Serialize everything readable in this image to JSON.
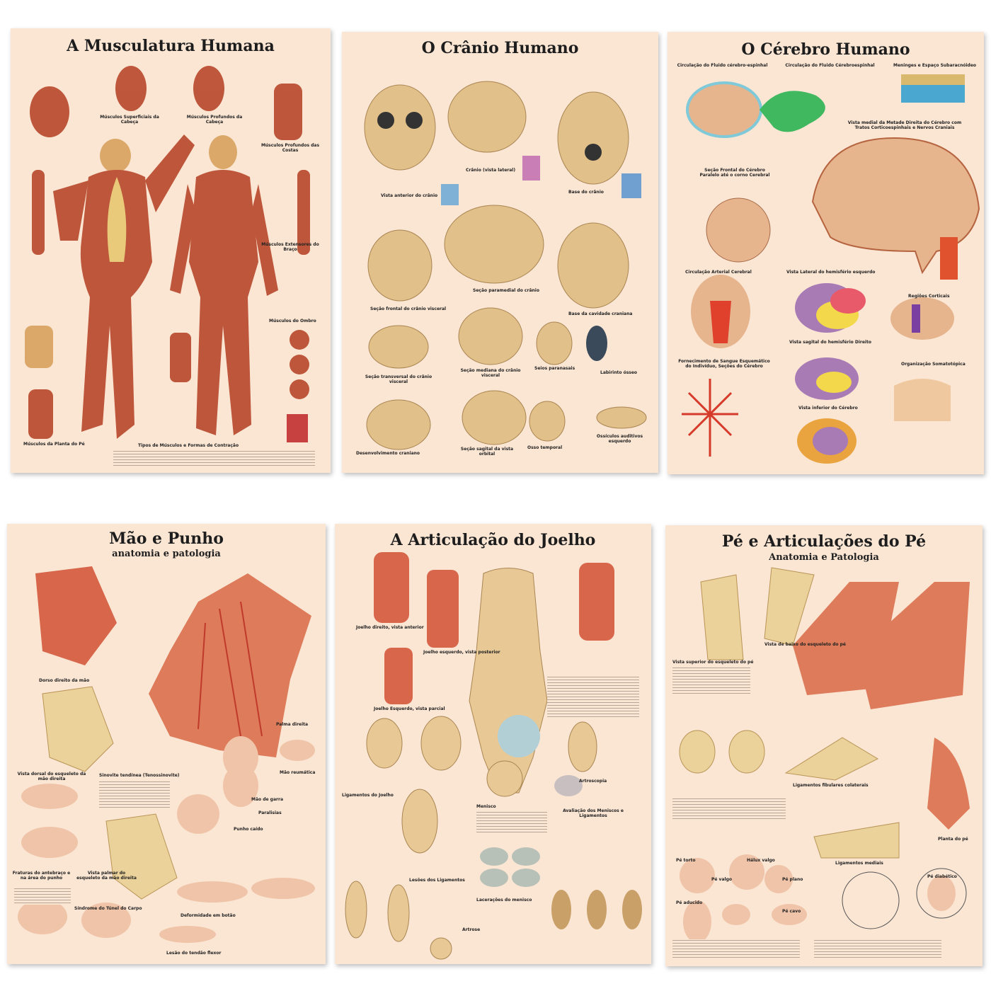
{
  "colors": {
    "poster_bg": "#fbe6d4",
    "muscle": "#b7472a",
    "bone": "#e2c08a",
    "brain": "#e6b58e"
  },
  "posters": [
    {
      "title": "A Musculatura Humana",
      "subtitle": "",
      "captions": [
        "Músculos Superficiais da Cabeça",
        "Músculos Profundos da Cabeça",
        "Músculos Profundos das Costas",
        "Músculos Extensores do Braço",
        "Músculos do Ombro",
        "Músculos da Planta do Pé",
        "Tipos de Músculos e Formas de Contração"
      ]
    },
    {
      "title": "O Crânio Humano",
      "subtitle": "",
      "captions": [
        "Vista anterior do crânio",
        "Crânio (vista lateral)",
        "Base do crânio",
        "Seção frontal do crânio visceral",
        "Seção paramedial do crânio",
        "Base da cavidade craniana",
        "Seção transversal do crânio visceral",
        "Seção mediana do crânio visceral",
        "Seios paranasais",
        "Labirinto ósseo",
        "Desenvolvimento craniano",
        "Seção sagital da vista orbital",
        "Osso temporal",
        "Ossículos auditivos esquerdo"
      ]
    },
    {
      "title": "O Cérebro Humano",
      "subtitle": "",
      "captions": [
        "Circulação do Fluido cérebro-espinhal",
        "Circulação do Fluido Cérebroespinhal",
        "Meninges e Espaço Subaracnóideo",
        "Vista medial da Metade Direita do Cérebro com Tratos Corticoespinhais e Nervos Craniais",
        "Seção Frontal do Cérebro Paralelo até o corno Cerebral",
        "Circulação Arterial Cerebral",
        "Vista Lateral do hemisfério esquerdo",
        "Regiões Corticais",
        "Vista sagital do hemisfério Direito",
        "Fornecimento de Sangue Esquemático do Indivíduo, Seções do Cérebro",
        "Organização Somatotópica",
        "Vista inferior do Cérebro"
      ]
    },
    {
      "title": "Mão e Punho",
      "subtitle": "anatomia e patologia",
      "captions": [
        "Dorso direito da mão",
        "Palma direita",
        "Vista dorsal do esqueleto da mão direita",
        "Sinovite tendínea (Tenossinovite)",
        "Mão reumática",
        "Mão de garra",
        "Paralisias",
        "Punho caído",
        "Fraturas do antebraço e na área do punho",
        "Vista palmar do esqueleto da mão direita",
        "Síndrome do Túnel do Carpo",
        "Deformidade em botão",
        "Lesão do tendão flexor"
      ]
    },
    {
      "title": "A Articulação do Joelho",
      "subtitle": "",
      "captions": [
        "Joelho direito, vista anterior",
        "Joelho esquerdo, vista posterior",
        "Joelho Esquerdo, vista parcial",
        "Ligamentos do Joelho",
        "Menisco",
        "Avaliação dos Meniscos e Ligamentos",
        "Artroscopia",
        "Lesões dos Ligamentos",
        "Lacerações do menisco",
        "Artrose"
      ]
    },
    {
      "title": "Pé e Articulações do Pé",
      "subtitle": "Anatomia e Patologia",
      "captions": [
        "Vista superior do esqueleto do pé",
        "Vista de baixo do esqueleto do pé",
        "Ligamentos fibulares colaterais",
        "Ligamentos mediais",
        "Pé torto",
        "Hálux valgo",
        "Pé valgo",
        "Pé plano",
        "Pé aducido",
        "Pé cavo",
        "Pé diabético",
        "Planta do pé"
      ]
    }
  ]
}
